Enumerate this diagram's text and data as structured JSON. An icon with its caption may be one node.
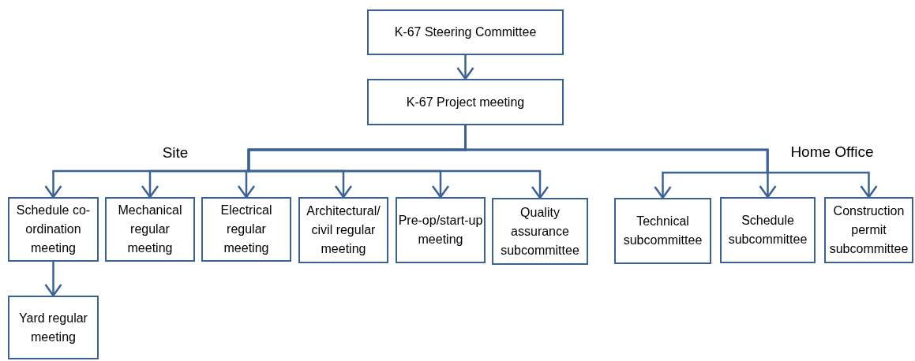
{
  "diagram": {
    "nodes": [
      {
        "text": [
          "K-67 Steering Committee"
        ]
      },
      {
        "text": [
          "K-67 Project meeting"
        ]
      },
      {
        "text": [
          "Schedule co-ordination meeting"
        ]
      },
      {
        "text": [
          "Mechanical regular meeting"
        ]
      },
      {
        "text": [
          "Electrical regular meeting"
        ]
      },
      {
        "text": [
          "Architectural/ civil regular meeting"
        ]
      },
      {
        "text": [
          "Pre-op/start-up meeting"
        ]
      },
      {
        "text": [
          "Quality assurance subcommittee"
        ]
      },
      {
        "text": [
          "Technical subcommittee"
        ]
      },
      {
        "text": [
          "Schedule subcommittee"
        ]
      },
      {
        "text": [
          "Construction permit subcommittee"
        ]
      },
      {
        "text": [
          "Yard regular meeting"
        ]
      }
    ],
    "edges": [
      {
        "from": 0,
        "to": 1,
        "arrow": "to"
      },
      {
        "from": 1,
        "to": 2,
        "arrow": "to"
      },
      {
        "from": 1,
        "to": 3,
        "arrow": "to"
      },
      {
        "from": 1,
        "to": 4,
        "arrow": "to"
      },
      {
        "from": 1,
        "to": 5,
        "arrow": "to"
      },
      {
        "from": 1,
        "to": 6,
        "arrow": "to"
      },
      {
        "from": 1,
        "to": 7,
        "arrow": "to"
      },
      {
        "from": 1,
        "to": 8,
        "arrow": "to"
      },
      {
        "from": 1,
        "to": 9,
        "arrow": "to"
      },
      {
        "from": 1,
        "to": 10,
        "arrow": "to"
      },
      {
        "from": 2,
        "to": 11,
        "arrow": "to"
      }
    ],
    "labels": [
      "Site",
      "Home Office"
    ]
  }
}
